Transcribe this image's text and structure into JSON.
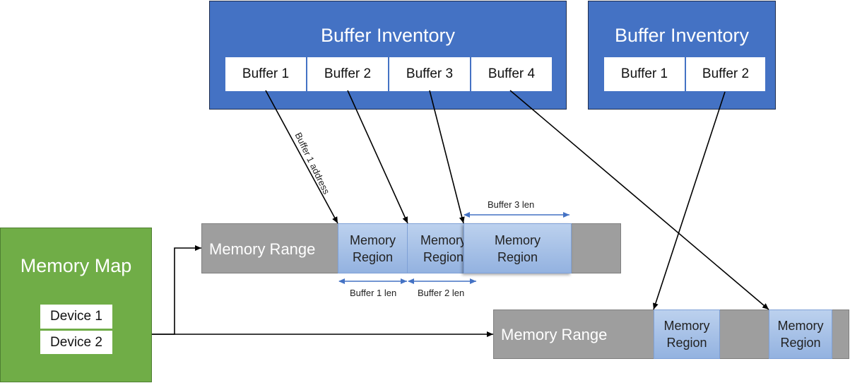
{
  "inventory_left": {
    "title": "Buffer Inventory",
    "buffers": [
      "Buffer 1",
      "Buffer 2",
      "Buffer 3",
      "Buffer 4"
    ]
  },
  "inventory_right": {
    "title": "Buffer Inventory",
    "buffers": [
      "Buffer 1",
      "Buffer 2"
    ]
  },
  "memory_map": {
    "title": "Memory Map",
    "devices": [
      "Device 1",
      "Device 2"
    ]
  },
  "range_top": {
    "label": "Memory Range",
    "regions": [
      "Memory\nRegion",
      "Memory\nRegion",
      "Memory\nRegion"
    ]
  },
  "range_bottom": {
    "label": "Memory Range",
    "regions": [
      "Memory\nRegion",
      "Memory\nRegion"
    ]
  },
  "annotations": {
    "buffer1_address": "Buffer 1 address",
    "buffer1_len": "Buffer 1 len",
    "buffer2_len": "Buffer 2 len",
    "buffer3_len": "Buffer 3 len"
  },
  "colors": {
    "inventory": "#4472c4",
    "memory_map": "#70ad47",
    "memory_range": "#9e9e9e",
    "region": "#a9c2e8",
    "len_arrow": "#4472c4"
  }
}
